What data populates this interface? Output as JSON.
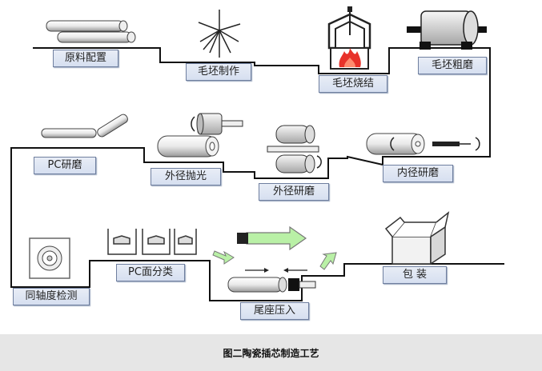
{
  "steps": {
    "raw_material": "原料配置",
    "blank_making": "毛坯制作",
    "blank_sintering": "毛坯烧结",
    "blank_rough_grinding": "毛坯粗磨",
    "pc_grinding": "PC研磨",
    "outer_polishing": "外径抛光",
    "outer_grinding": "外径研磨",
    "inner_grinding": "内径研磨",
    "coaxiality_test": "同轴度检测",
    "pc_face_sorting": "PC面分类",
    "tail_press_in": "尾座压入",
    "packaging": "包 装"
  },
  "caption": "图二陶瓷插芯制造工艺",
  "colors": {
    "line": "#111111",
    "label_border": "#6f7f9f",
    "label_fill": "#dde4f2",
    "flame": "#e8322a",
    "arrow_green": "#b9f0a6",
    "caption_band": "#e6e6e6"
  }
}
